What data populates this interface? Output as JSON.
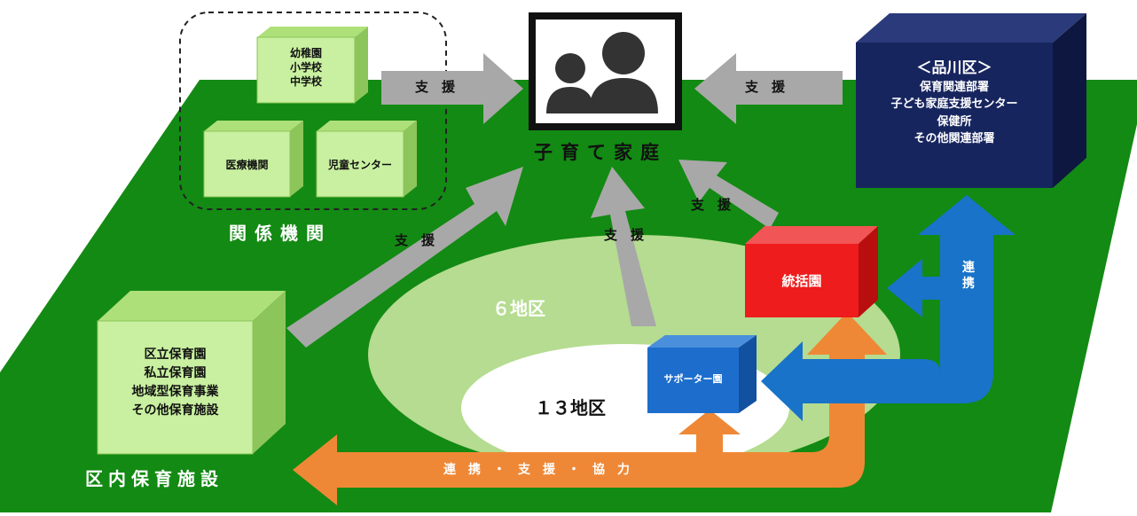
{
  "center": {
    "label": "子育て家庭",
    "icon": "family-icon"
  },
  "related_orgs": {
    "label": "関係機関",
    "schools": [
      "幼稚園",
      "小学校",
      "中学校"
    ],
    "medical": "医療機関",
    "children_center": "児童センター"
  },
  "ward": {
    "title": "＜品川区＞",
    "lines": [
      "保育関連部署",
      "子ども家庭支援センター",
      "保健所",
      "その他関連部署"
    ]
  },
  "facilities": {
    "label": "区内保育施設",
    "lines": [
      "区立保育園",
      "私立保育園",
      "地域型保育事業",
      "その他保育施設"
    ]
  },
  "districts": {
    "outer": "６地区",
    "inner": "１３地区"
  },
  "hub_nursery": "統括園",
  "supporter_nursery": "サポーター園",
  "arrows": {
    "support": "支　援",
    "coop": "連携",
    "coop_chars": [
      "連",
      "携"
    ],
    "bottom": "連　携　・　支　援　・　協　力"
  },
  "colors": {
    "ground": "#138a13",
    "light_green_box": "#c8f0a0",
    "district_outer": "#b5dc90",
    "ward_box": "#17255f",
    "hub_box": "#ee1c1c",
    "supporter_box": "#1d6ecc",
    "gray_arrow": "#a8a8a8",
    "orange_arrow": "#ef8836",
    "blue_arrow": "#1873c9"
  }
}
